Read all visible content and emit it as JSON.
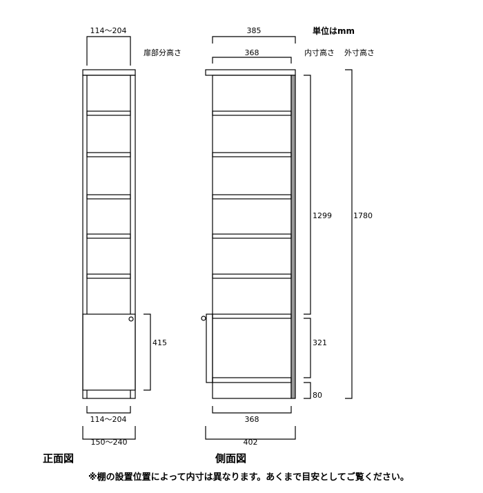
{
  "unit_label": "単位はmm",
  "front": {
    "title": "正面図",
    "top_width": "114～204",
    "door_height_label": "扉部分高さ",
    "door_height": "415",
    "inner_width": "114～204",
    "outer_width": "150～240"
  },
  "side": {
    "title": "側面図",
    "outer_depth_top": "385",
    "inner_depth_top": "368",
    "inner_height_label": "内寸高さ",
    "outer_height_label": "外寸高さ",
    "inner_height_upper": "1299",
    "inner_height_lower": "321",
    "base_height": "80",
    "outer_height": "1780",
    "inner_depth_bottom": "368",
    "outer_depth_bottom": "402"
  },
  "note": "※棚の設置位置によって内寸は異なります。あくまで目安としてご覧ください。",
  "colors": {
    "line": "#000000",
    "back_panel": "#999999"
  }
}
